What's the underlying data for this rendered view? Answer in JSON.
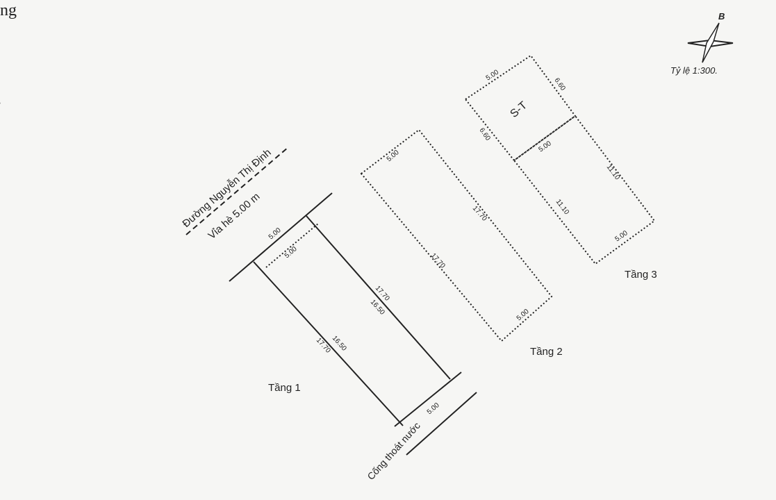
{
  "edge_text": {
    "fragment": "ng",
    "dot": "."
  },
  "compass": {
    "north_label": "B",
    "scale": "Tỷ lệ 1:300."
  },
  "road": {
    "name": "Đường Nguyễn Thị Định",
    "sidewalk": "Vỉa hè 5.00 m"
  },
  "drain": "Cống thoát nước",
  "floors": [
    {
      "label": "Tầng 1",
      "front": "5.00",
      "inner_front": "5.00",
      "left_outer": "17.70",
      "left_inner": "16.50",
      "right_outer": "17.70",
      "right_inner": "16.50",
      "back": "5.00"
    },
    {
      "label": "Tầng 2",
      "front": "5.00",
      "side": "17.70",
      "side_inner": "17.70",
      "back": "5.00"
    },
    {
      "label": "Tầng 3",
      "room": "S-T",
      "top": "5.00",
      "top_side": "6.60",
      "left_side": "6.60",
      "middle": "5.00",
      "right_side": "11.10",
      "inner_side": "11.10",
      "back": "5.00"
    }
  ]
}
